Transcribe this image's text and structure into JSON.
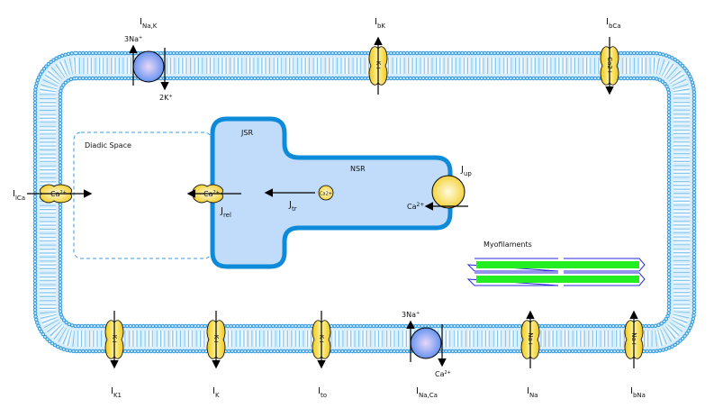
{
  "colors": {
    "membrane": "#3a9ee0",
    "membrane_fill": "#cfe9fb",
    "sr_fill": "#c0dcfa",
    "sr_border": "#0d8ad8",
    "channel": "#f5d43a",
    "pump": "#7fa8f5",
    "myofilament": "#22ee22",
    "myofilament_border": "#2a2ad8"
  },
  "currents": {
    "nak": {
      "main": "I",
      "sub": "Na,K",
      "ion_out": "3Na",
      "ion_out_sup": "+",
      "ion_in": "2K",
      "ion_in_sup": "+"
    },
    "bk": {
      "main": "I",
      "sub": "bK",
      "ion": "K+"
    },
    "bca": {
      "main": "I",
      "sub": "bCa",
      "ion": "Ca2+"
    },
    "lca": {
      "main": "I",
      "sub": "lCa",
      "ion": "Ca",
      "ion_sup": "2+"
    },
    "k1": {
      "main": "I",
      "sub": "K1",
      "ion": "K+"
    },
    "k": {
      "main": "I",
      "sub": "K",
      "ion": "K+"
    },
    "to": {
      "main": "I",
      "sub": "to",
      "ion": "K+"
    },
    "naca": {
      "main": "I",
      "sub": "Na,Ca",
      "ion_out": "3Na",
      "ion_out_sup": "+",
      "ion_in": "Ca",
      "ion_in_sup": "2+"
    },
    "na": {
      "main": "I",
      "sub": "Na",
      "ion": "Na+"
    },
    "bna": {
      "main": "I",
      "sub": "bNa",
      "ion": "Na+"
    }
  },
  "sr": {
    "jsr": "JSR",
    "nsr": "NSR",
    "jrel": {
      "main": "J",
      "sub": "rel",
      "ion": "Ca",
      "ion_sup": "2+"
    },
    "jtr": {
      "main": "J",
      "sub": "tr",
      "ion": "Ca2+"
    },
    "jup": {
      "main": "J",
      "sub": "up",
      "ion": "Ca",
      "ion_sup": "2+"
    }
  },
  "diadic_space": "Diadic Space",
  "myofilaments": "Myofilaments"
}
